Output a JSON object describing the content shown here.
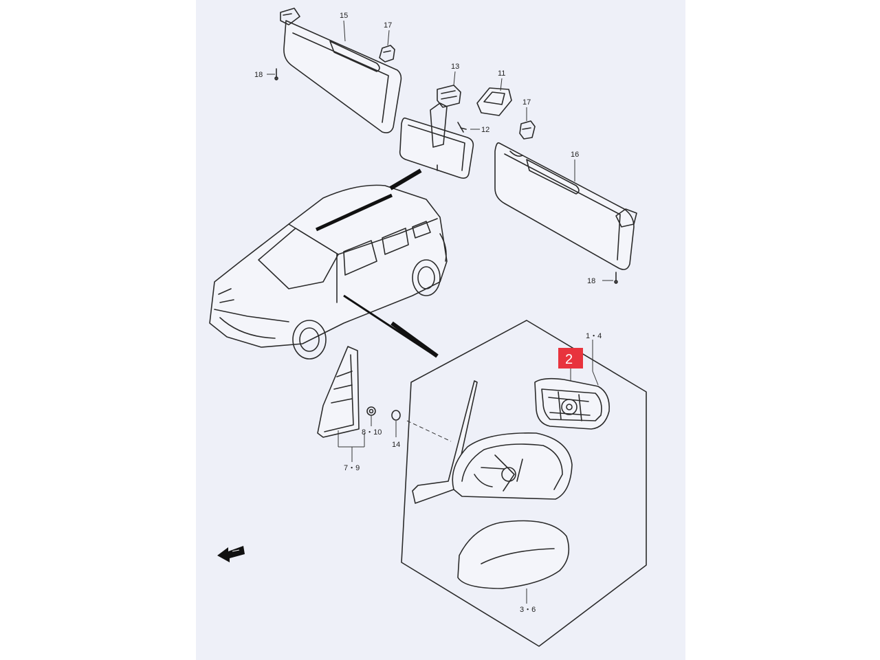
{
  "callouts": {
    "c15": "15",
    "c17a": "17",
    "c18a": "18",
    "c13": "13",
    "c11": "11",
    "c17b": "17",
    "c12": "12",
    "c16": "16",
    "c18b": "18",
    "c1_4": "1・4",
    "c8_10": "8・10",
    "c14": "14",
    "c7_9": "7・9",
    "c3_6": "3・6"
  },
  "highlight": {
    "label": "2",
    "color": "#e8333d"
  },
  "icons": {
    "front_arrow": "front-direction-arrow-icon"
  }
}
